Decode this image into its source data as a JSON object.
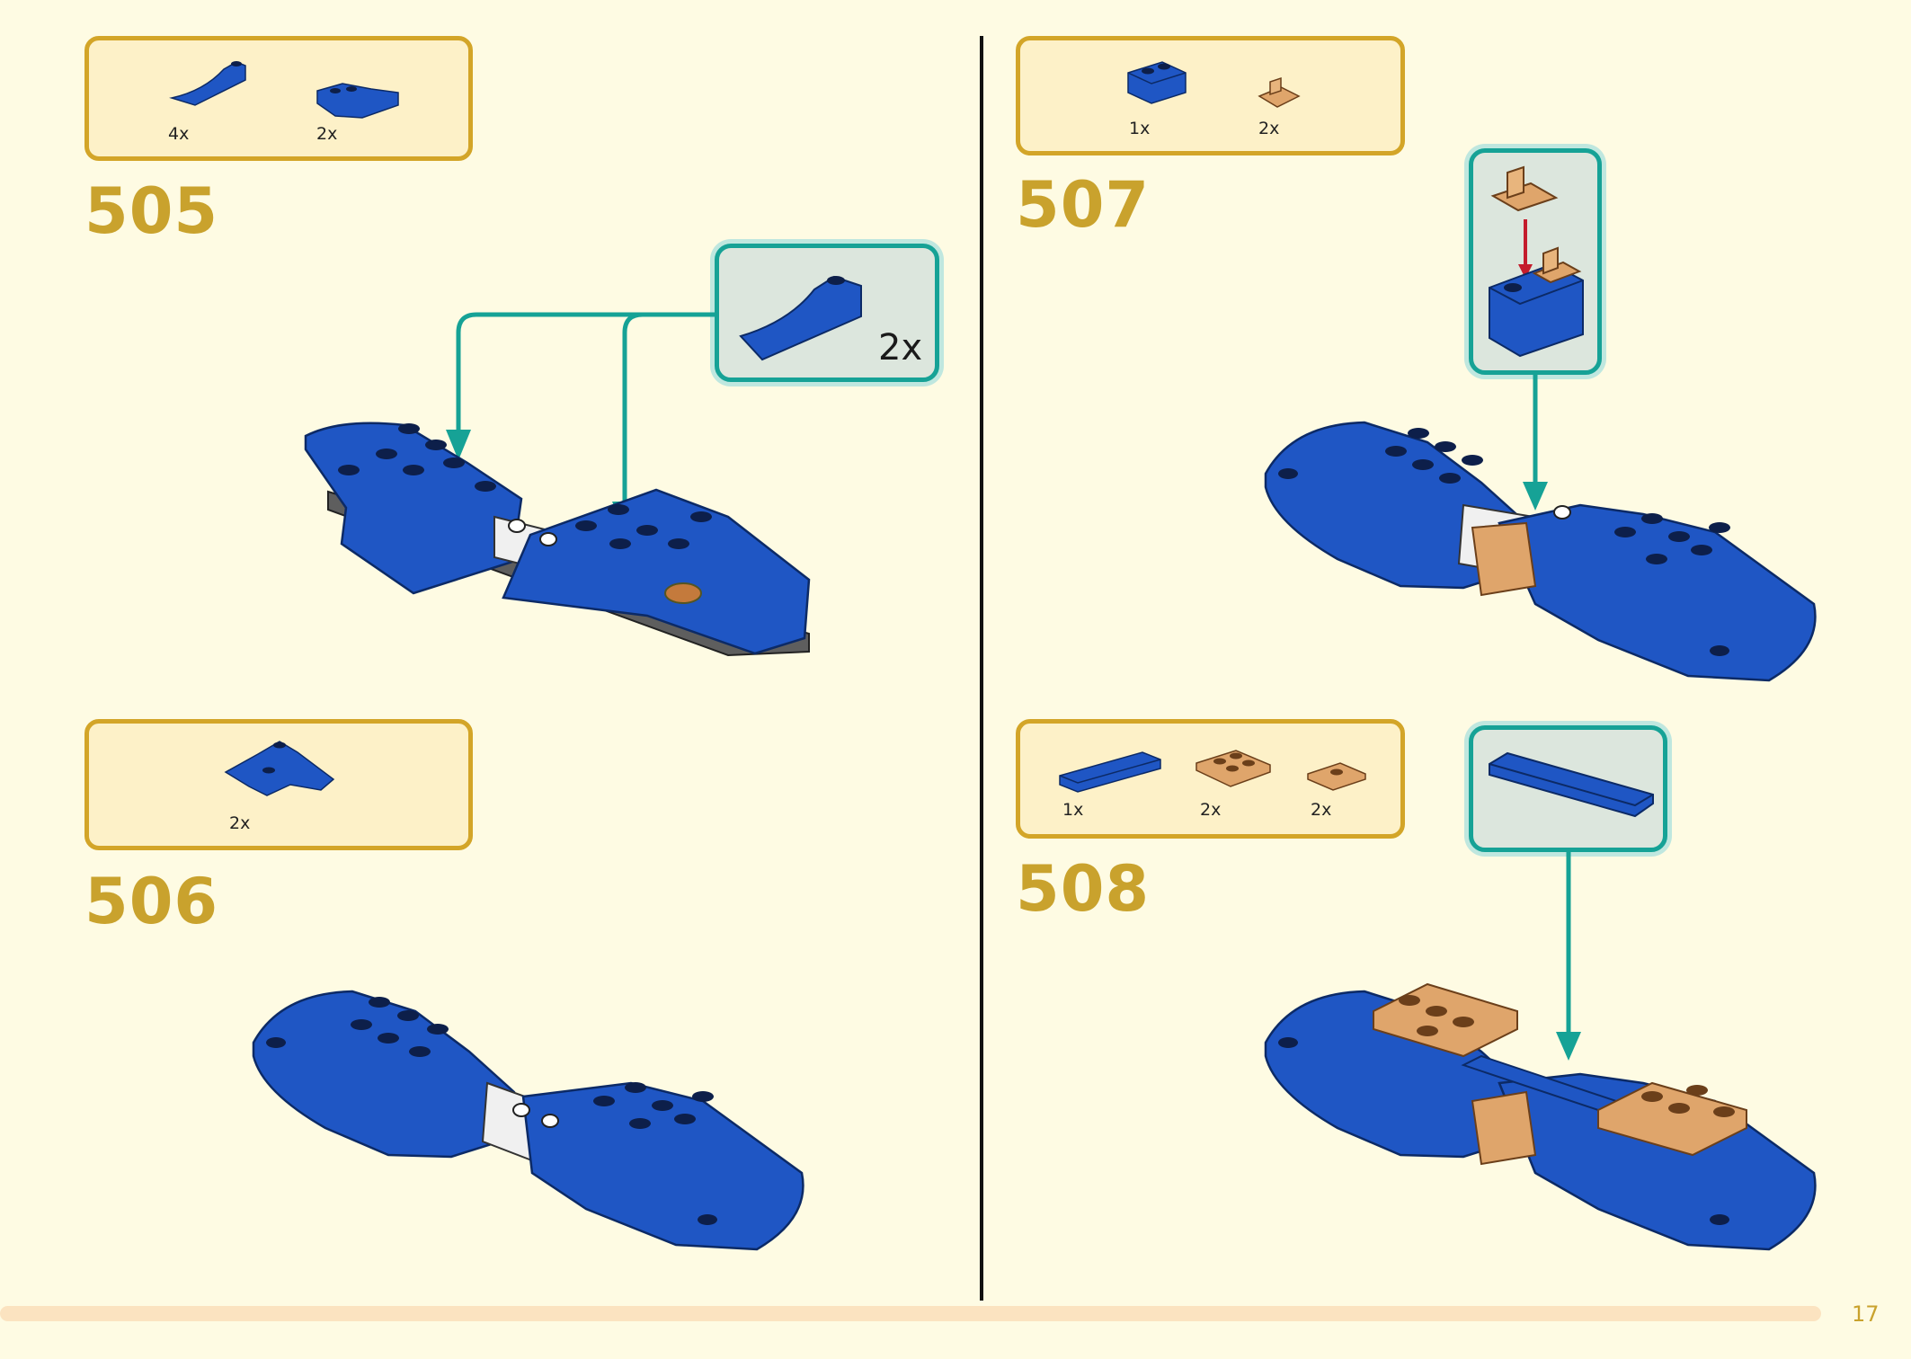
{
  "page_number": "17",
  "steps": [
    {
      "number": "505",
      "parts": [
        {
          "qty": "4x",
          "icon": "blue-curved-slope-icon"
        },
        {
          "qty": "2x",
          "icon": "blue-wedge-icon"
        }
      ],
      "callout_qty": "2x"
    },
    {
      "number": "506",
      "parts": [
        {
          "qty": "2x",
          "icon": "blue-wing-wedge-icon"
        }
      ]
    },
    {
      "number": "507",
      "parts": [
        {
          "qty": "1x",
          "icon": "blue-brick-1x2-icon"
        },
        {
          "qty": "2x",
          "icon": "tan-clip-plate-icon"
        }
      ]
    },
    {
      "number": "508",
      "parts": [
        {
          "qty": "1x",
          "icon": "blue-tile-1x6-icon"
        },
        {
          "qty": "2x",
          "icon": "tan-plate-2x2-icon"
        },
        {
          "qty": "2x",
          "icon": "tan-jumper-plate-icon"
        }
      ]
    }
  ],
  "colors": {
    "background": "#fefbe3",
    "parts_border": "#d3a528",
    "parts_fill": "#fdf1c8",
    "step_number": "#c9a22d",
    "callout_border": "#16a296",
    "brick_blue": "#1f56c4",
    "brick_tan": "#dfa56b",
    "arrow_red": "#c41c2c"
  }
}
